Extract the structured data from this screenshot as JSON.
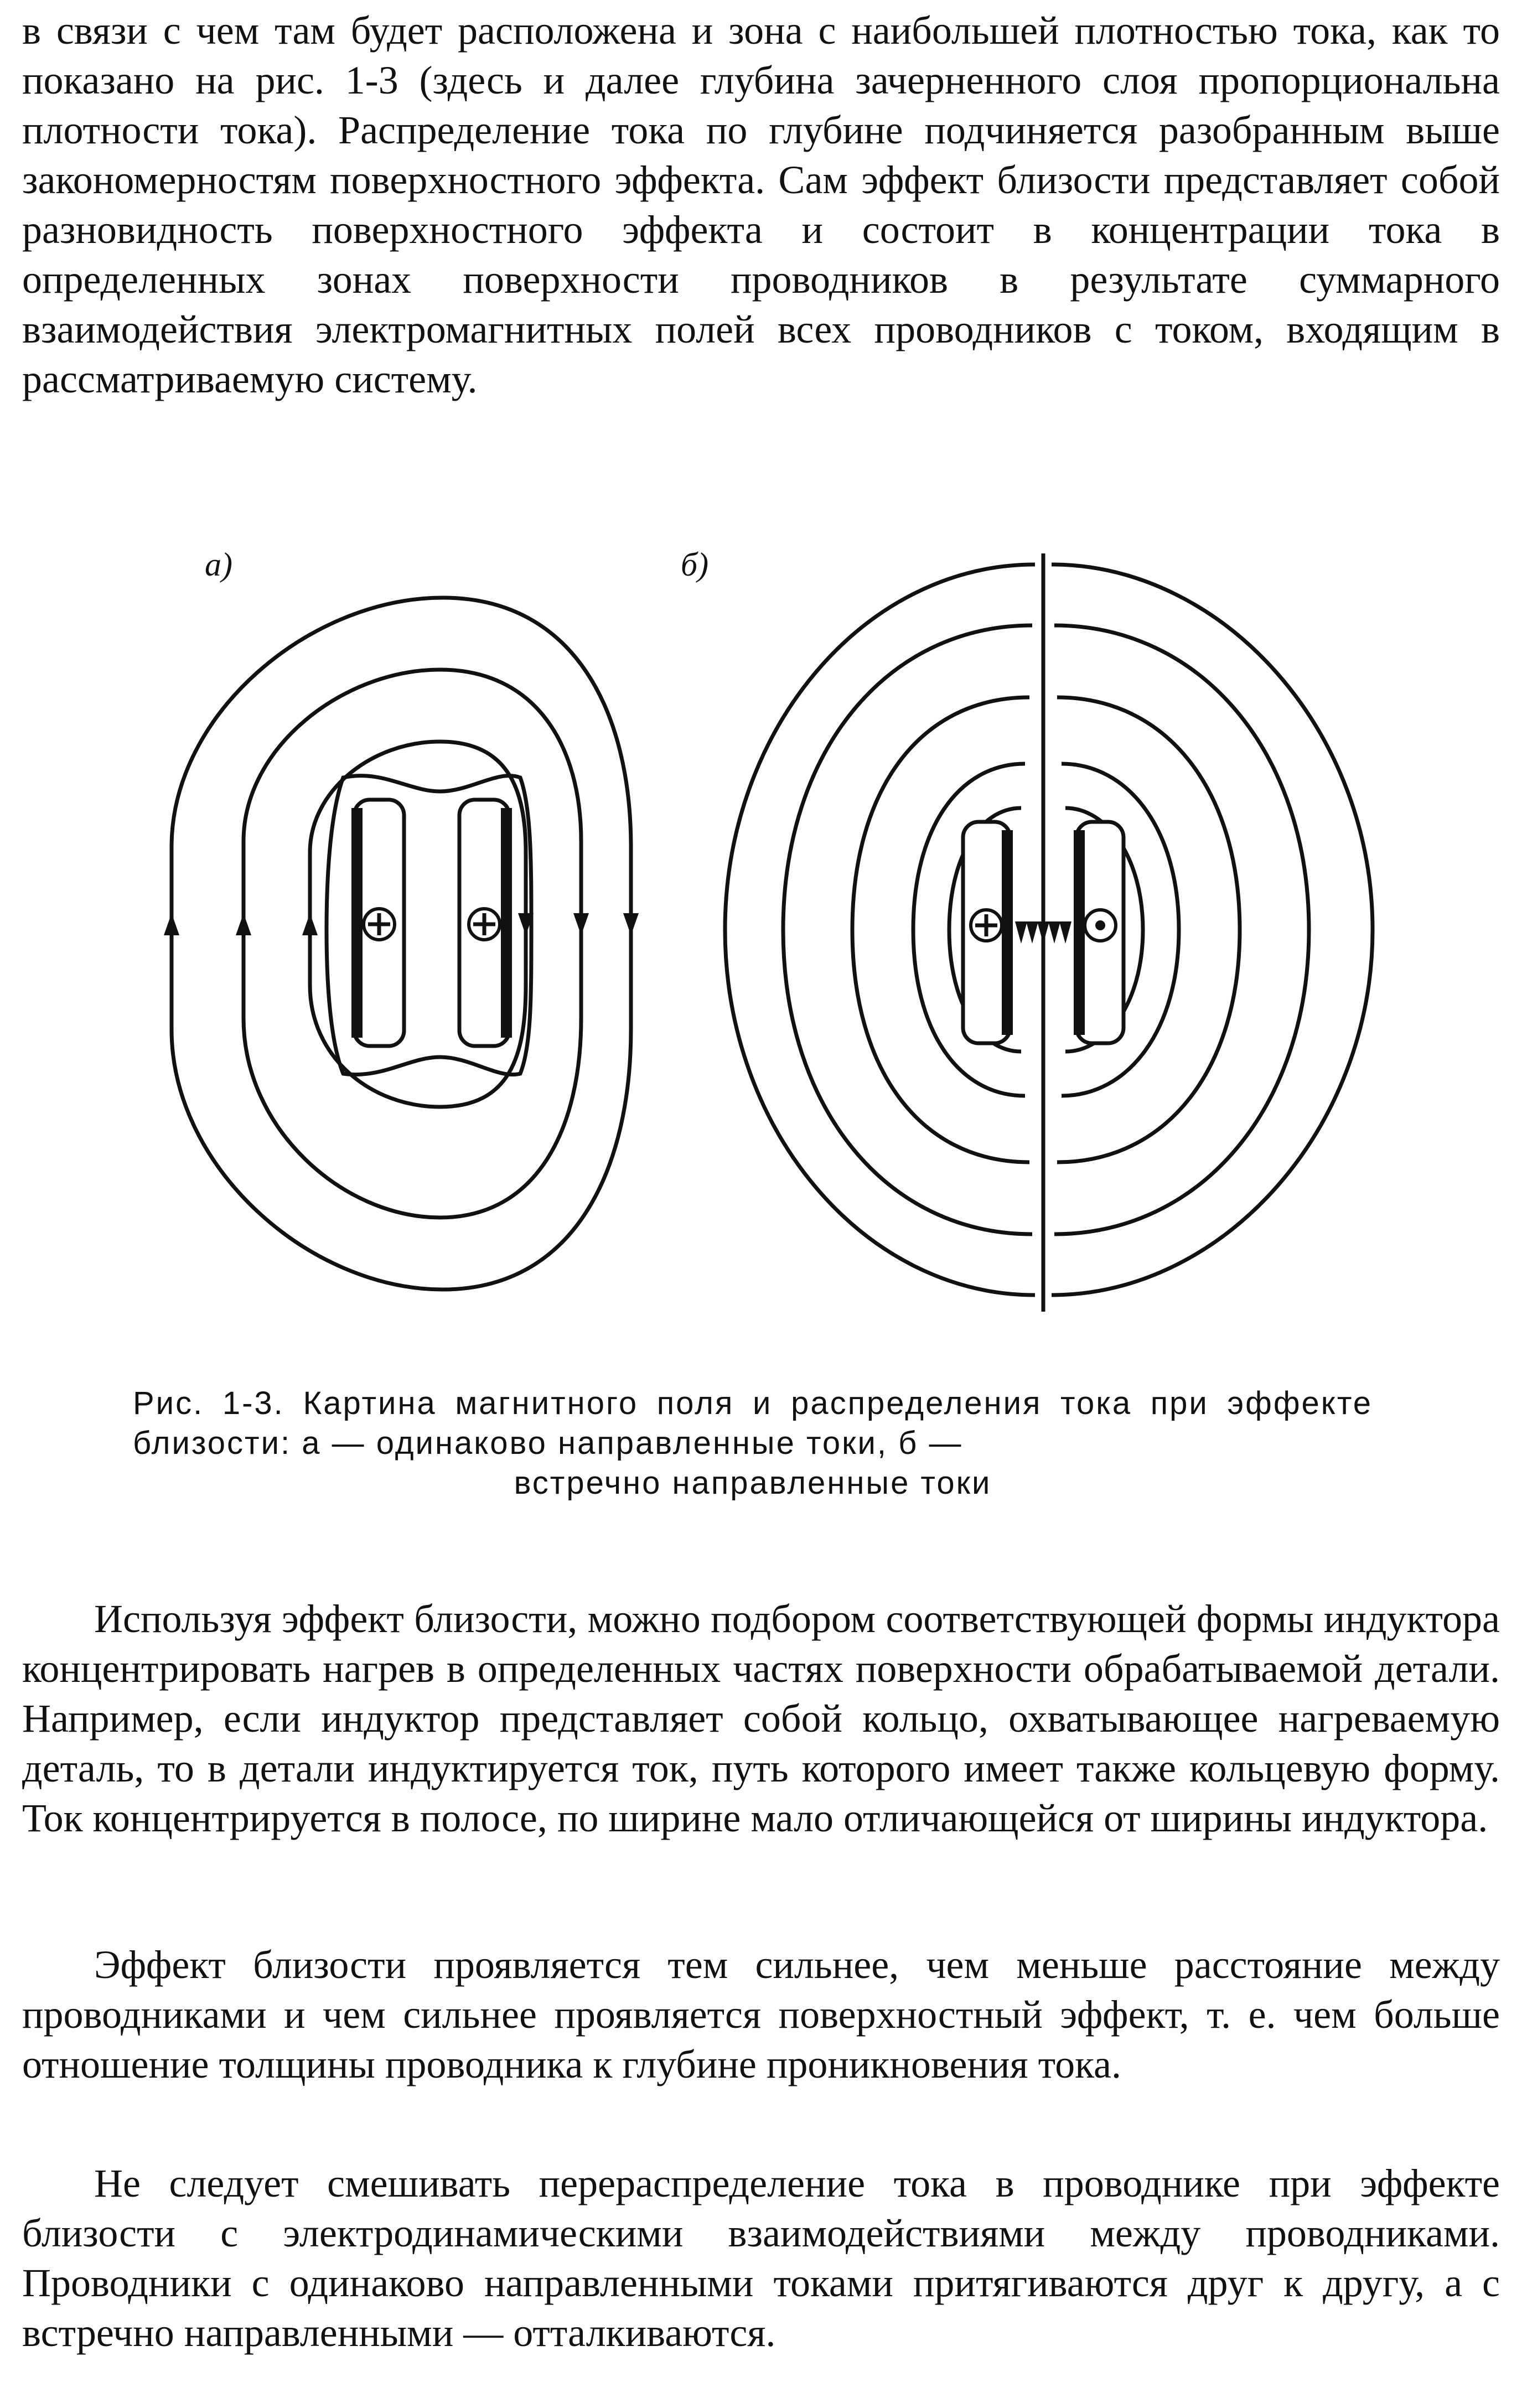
{
  "paragraphs": {
    "p1": "в связи с чем там будет расположена и зона с наибольшей плотностью тока, как то показано на рис. 1-3 (здесь и далее глубина зачерненного слоя пропорциональна плотности тока). Распределение тока по глубине подчиняется разобранным выше закономерностям поверх­ностного эффекта. Сам эффект близости представляет собой разно­видность поверхностного эффекта и состоит в концентрации тока в определенных зонах поверхности проводников в результате сум­марного взаимодействия электромагнитных полей всех проводни­ков с током, входящим в рассматриваемую систему.",
    "p2": "Используя эффект близости, можно подбором соответствующей формы индуктора концентрировать нагрев в определенных частях поверхности обрабатываемой детали. Например, если индуктор представляет собой кольцо, охватывающее нагреваемую деталь, то в детали индуктируется ток, путь которого имеет также коль­цевую форму. Ток концентрируется в полосе, по ширине мало от­личающейся от ширины индуктора.",
    "p3": "Эффект близости проявляется тем сильнее, чем меньше расстоя­ние между проводниками и чем сильнее проявляется поверхностный эффект, т. е. чем больше отношение толщины проводника к глубине проникновения тока.",
    "p4": "Не следует смешивать перераспределение тока в проводнике при эффекте близости с электродинамическими взаимодействиями между проводниками. Проводники с одинаково направленными то­ками притягиваются друг к другу, а с встречно направленными — отталкиваются."
  },
  "figure": {
    "label_a": "а)",
    "label_b": "б)",
    "caption_line1": "Рис. 1-3. Картина магнитного поля и распределения тока при",
    "caption_line2": "эффекте близости: а — одинаково направленные токи, б —",
    "caption_line3": "встречно направленные токи"
  }
}
